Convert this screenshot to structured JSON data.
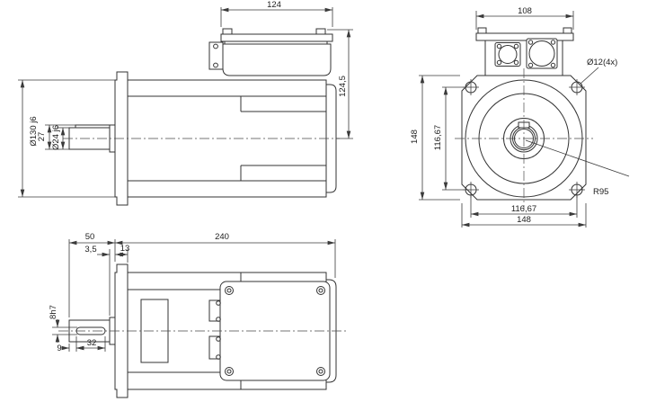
{
  "views": {
    "side": {
      "box_width": "124",
      "height_over_center": "124,5",
      "body_diameter": "Ø130 j6",
      "height_over_key": "27",
      "shaft_diameter": "Ø24 j6"
    },
    "front": {
      "terminal_box_width": "108",
      "mounting_hole_note": "Ø12(4x)",
      "flange_height": "148",
      "hole_pitch_vertical": "116,67",
      "hole_pitch_horizontal": "116,67",
      "flange_width": "148",
      "corner_radius": "R95"
    },
    "top": {
      "shaft_length": "50",
      "spigot_depth": "3,5",
      "flange_thickness": "13",
      "housing_length": "240",
      "key_width": "8h7",
      "key_start_offset": "9",
      "key_length": "32"
    }
  },
  "colors": {
    "line_color": "#333333",
    "background": "#ffffff"
  }
}
